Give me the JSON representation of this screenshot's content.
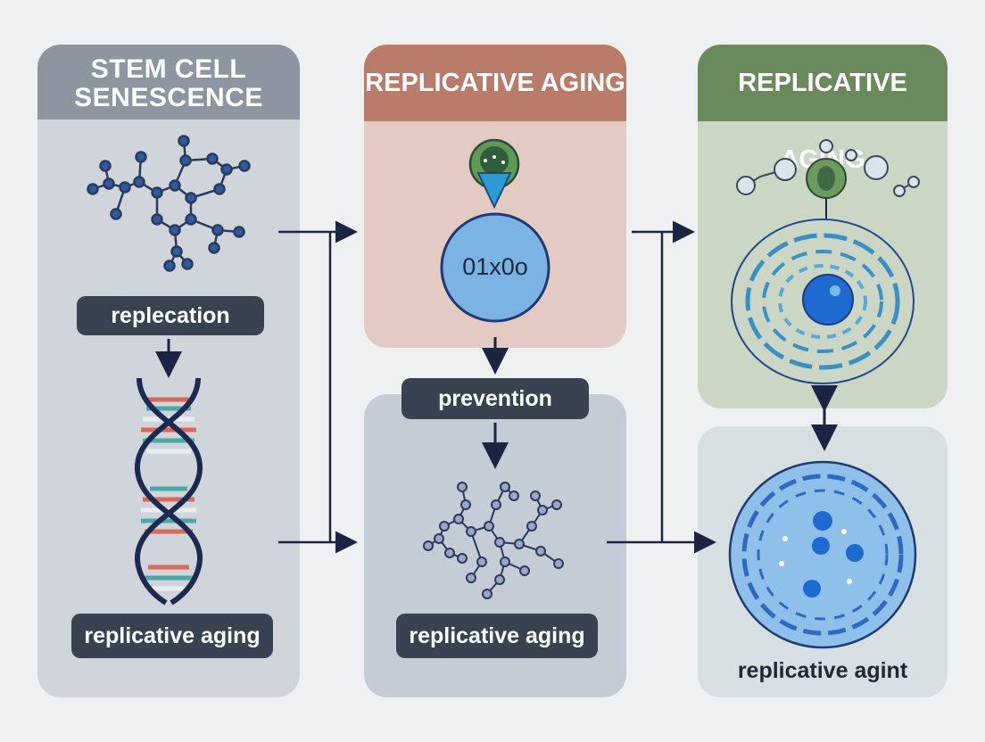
{
  "columns": {
    "left": {
      "title": "STEM CELL SENESCENCE",
      "step_label": "replecation",
      "bottom_label": "replicative aging"
    },
    "middle": {
      "title": "REPLICATIVE AGING",
      "circle_text": "01x0o",
      "step_label": "prevention",
      "bottom_label": "replicative aging"
    },
    "right": {
      "title": "REPLICATIVE AGING",
      "bottom_label": "replicative agint"
    }
  },
  "colors": {
    "background": "#eef0f1",
    "left_header": "#8c95a0",
    "middle_header": "#b97c6a",
    "right_header": "#6a8a5e",
    "pill": "#384250",
    "arrow": "#1b2440",
    "molecule": "#2f5aa0"
  },
  "icons": [
    "molecule-icon",
    "dna-helix-icon",
    "cell-icon",
    "nucleus-icon",
    "pin-icon",
    "arrow-icon"
  ]
}
